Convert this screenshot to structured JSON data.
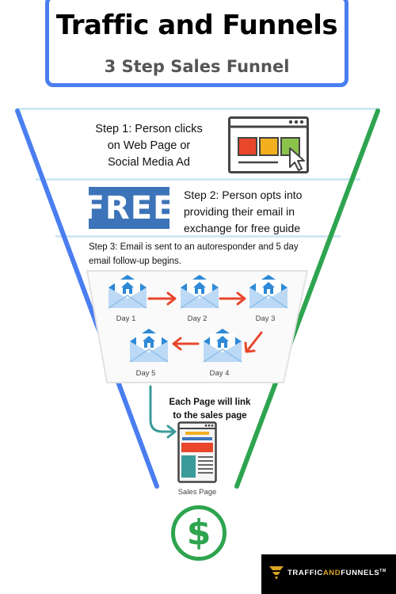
{
  "header": {
    "title": "Traffic and Funnels",
    "subtitle": "3 Step Sales Funnel"
  },
  "steps": {
    "step1": [
      "Step 1: Person clicks",
      "on Web Page or",
      "Social Media Ad"
    ],
    "step2": [
      "Step 2: Person opts into",
      "providing their email in",
      "exchange for free guide"
    ],
    "step3": [
      "Step 3: Email is sent to an autoresponder and  5 day",
      "email follow-up begins."
    ],
    "free_badge": "FREE"
  },
  "days": [
    "Day 1",
    "Day 2",
    "Day 3",
    "Day 4",
    "Day 5"
  ],
  "note": [
    "Each Page will link",
    "to the sales page"
  ],
  "sales_page_label": "Sales Page",
  "dollar_symbol": "$",
  "logo": {
    "part1": "TRAFFIC",
    "part2": "AND",
    "part3": "FUNNELS",
    "tm": "TM"
  },
  "colors": {
    "blue": "#4a7ef0",
    "green": "#2ea44f",
    "arrow_red": "#e8472c",
    "teal": "#3a9b9a",
    "free_blue": "#3d74b9"
  },
  "icons": {
    "browser": "browser-window-icon",
    "cursor": "cursor-icon",
    "email": "email-envelope-icon",
    "dollar": "dollar-circle-icon",
    "sales_page": "sales-page-icon",
    "logo": "traffic-funnels-logo-icon"
  }
}
